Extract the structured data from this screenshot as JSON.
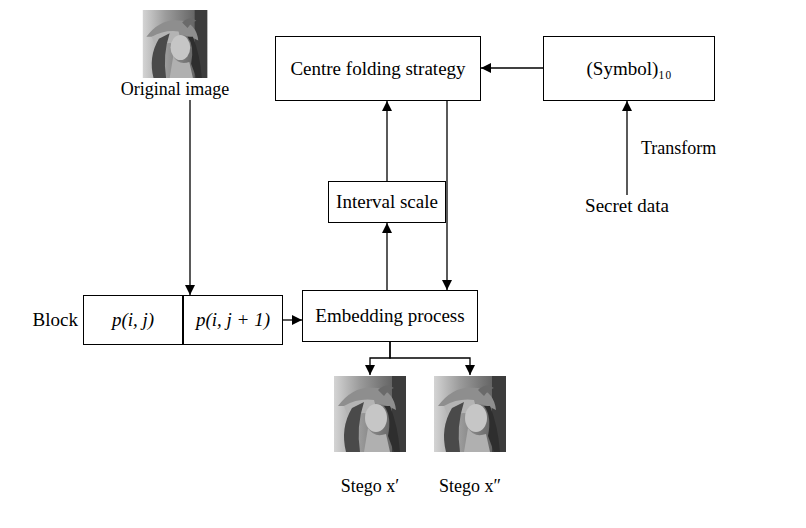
{
  "diagram": {
    "nodes": [
      {
        "text": [
          "Original image"
        ]
      },
      {
        "text": [
          "Centre folding strategy"
        ]
      },
      {
        "text": [
          "(Symbol)₁₀"
        ]
      },
      {
        "text": [
          "Interval scale"
        ]
      },
      {
        "text": [
          "Secret data"
        ]
      },
      {
        "text": [
          "Block"
        ]
      },
      {
        "text": [
          "p(i, j)"
        ],
        "in": 5
      },
      {
        "text": [
          "p(i, j + 1)"
        ],
        "in": 5
      },
      {
        "text": [
          "Embedding process"
        ]
      },
      {
        "text": [
          "Stego x′"
        ]
      },
      {
        "text": [
          "Stego x″"
        ]
      }
    ],
    "edges": [
      {
        "from": 0,
        "to": 5,
        "arrow": "to"
      },
      {
        "from": 5,
        "to": 8,
        "arrow": "to"
      },
      {
        "from": 8,
        "to": 3,
        "arrow": "to"
      },
      {
        "from": 3,
        "to": 1,
        "arrow": "to"
      },
      {
        "from": 2,
        "to": 1,
        "arrow": "to"
      },
      {
        "from": 1,
        "to": 8,
        "arrow": "to"
      },
      {
        "from": 4,
        "to": 2,
        "label": "Transform",
        "arrow": "to"
      },
      {
        "from": 8,
        "to": 9,
        "arrow": "to"
      },
      {
        "from": 8,
        "to": 10,
        "arrow": "to"
      }
    ]
  }
}
